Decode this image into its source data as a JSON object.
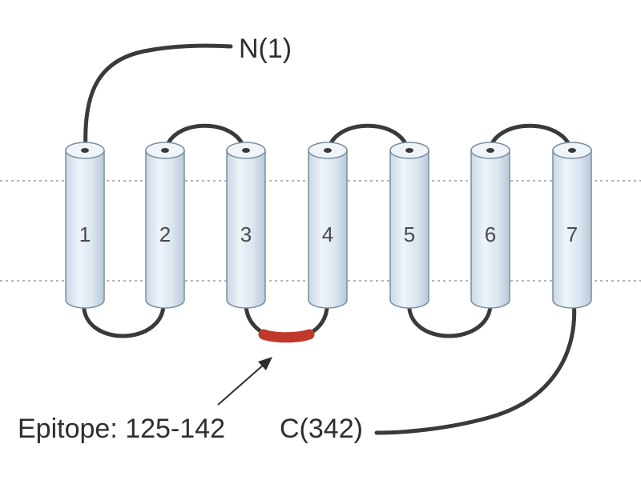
{
  "n_terminus": {
    "label": "N(1)"
  },
  "c_terminus": {
    "label": "C(342)"
  },
  "epitope": {
    "label": "Epitope: 125-142",
    "color": "#c0392b"
  },
  "helices": [
    {
      "number": "1"
    },
    {
      "number": "2"
    },
    {
      "number": "3"
    },
    {
      "number": "4"
    },
    {
      "number": "5"
    },
    {
      "number": "6"
    },
    {
      "number": "7"
    }
  ],
  "membrane": {
    "boundary_style": "dotted"
  },
  "colors": {
    "loop": "#3a3a3a",
    "helix_fill": "#dbe6ef",
    "helix_stroke": "#7a8e9e",
    "membrane_line": "#b5b5b5",
    "text": "#2e2e2e"
  }
}
